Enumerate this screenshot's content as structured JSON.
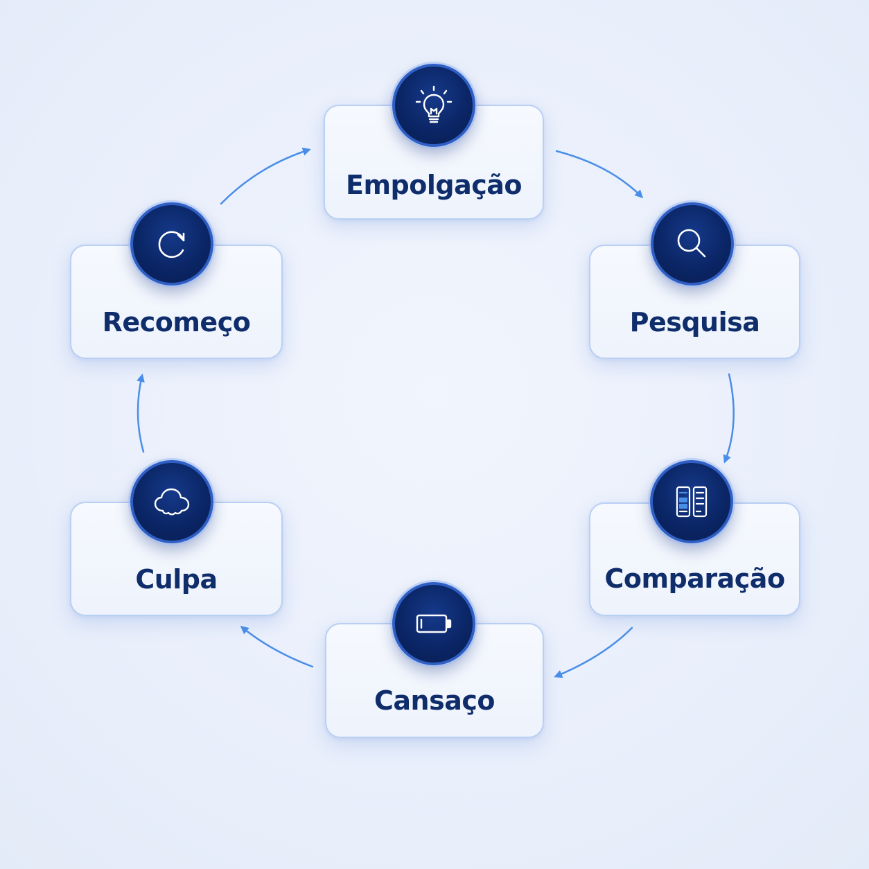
{
  "diagram": {
    "type": "cycle",
    "accent_color": "#4a8ee8",
    "card_border_color": "#b9cff3",
    "badge_color": "#0b2666",
    "label_color": "#0f2d6b",
    "steps": [
      {
        "label": "Empolgação",
        "icon": "lightbulb-icon"
      },
      {
        "label": "Pesquisa",
        "icon": "search-icon"
      },
      {
        "label": "Comparação",
        "icon": "compare-documents-icon"
      },
      {
        "label": "Cansaço",
        "icon": "low-battery-icon"
      },
      {
        "label": "Culpa",
        "icon": "cloud-icon"
      },
      {
        "label": "Recomeço",
        "icon": "refresh-icon"
      }
    ]
  }
}
